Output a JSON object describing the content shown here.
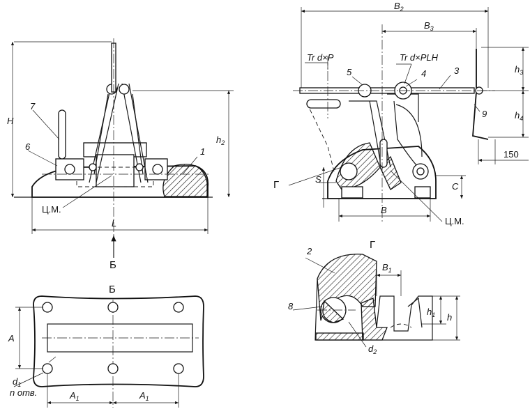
{
  "view_left": {
    "dims": {
      "H": "H",
      "h2": "h",
      "h2_sub": "2",
      "L": "L"
    },
    "callouts": {
      "c1": "1",
      "c6": "6",
      "c7": "7"
    },
    "cm": "Ц.М.",
    "arrow_label": "Б"
  },
  "view_right": {
    "dims": {
      "B2": "B",
      "B2_sub": "2",
      "B3": "B",
      "B3_sub": "3",
      "h3": "h",
      "h3_sub": "3",
      "h4": "h",
      "h4_sub": "4",
      "len150": "150",
      "S": "S",
      "C": "C",
      "B": "B"
    },
    "threads": {
      "tr1": "Tr d×P",
      "tr2": "Tr d×PLH"
    },
    "callouts": {
      "c3": "3",
      "c4": "4",
      "c5": "5",
      "c9": "9"
    },
    "section_mark": "Г",
    "cm": "Ц.М."
  },
  "view_bottom": {
    "title": "Б",
    "dims": {
      "A": "A",
      "A1": "A",
      "A1_sub": "1",
      "A1b": "A",
      "A1b_sub": "1",
      "d1": "d",
      "d1_sub": "1",
      "holes": "n отв."
    }
  },
  "section": {
    "title": "Г",
    "callouts": {
      "c2": "2",
      "c8": "8"
    },
    "dims": {
      "B1": "B",
      "B1_sub": "1",
      "h1": "h",
      "h1_sub": "1",
      "h": "h",
      "d2": "d",
      "d2_sub": "2"
    }
  }
}
